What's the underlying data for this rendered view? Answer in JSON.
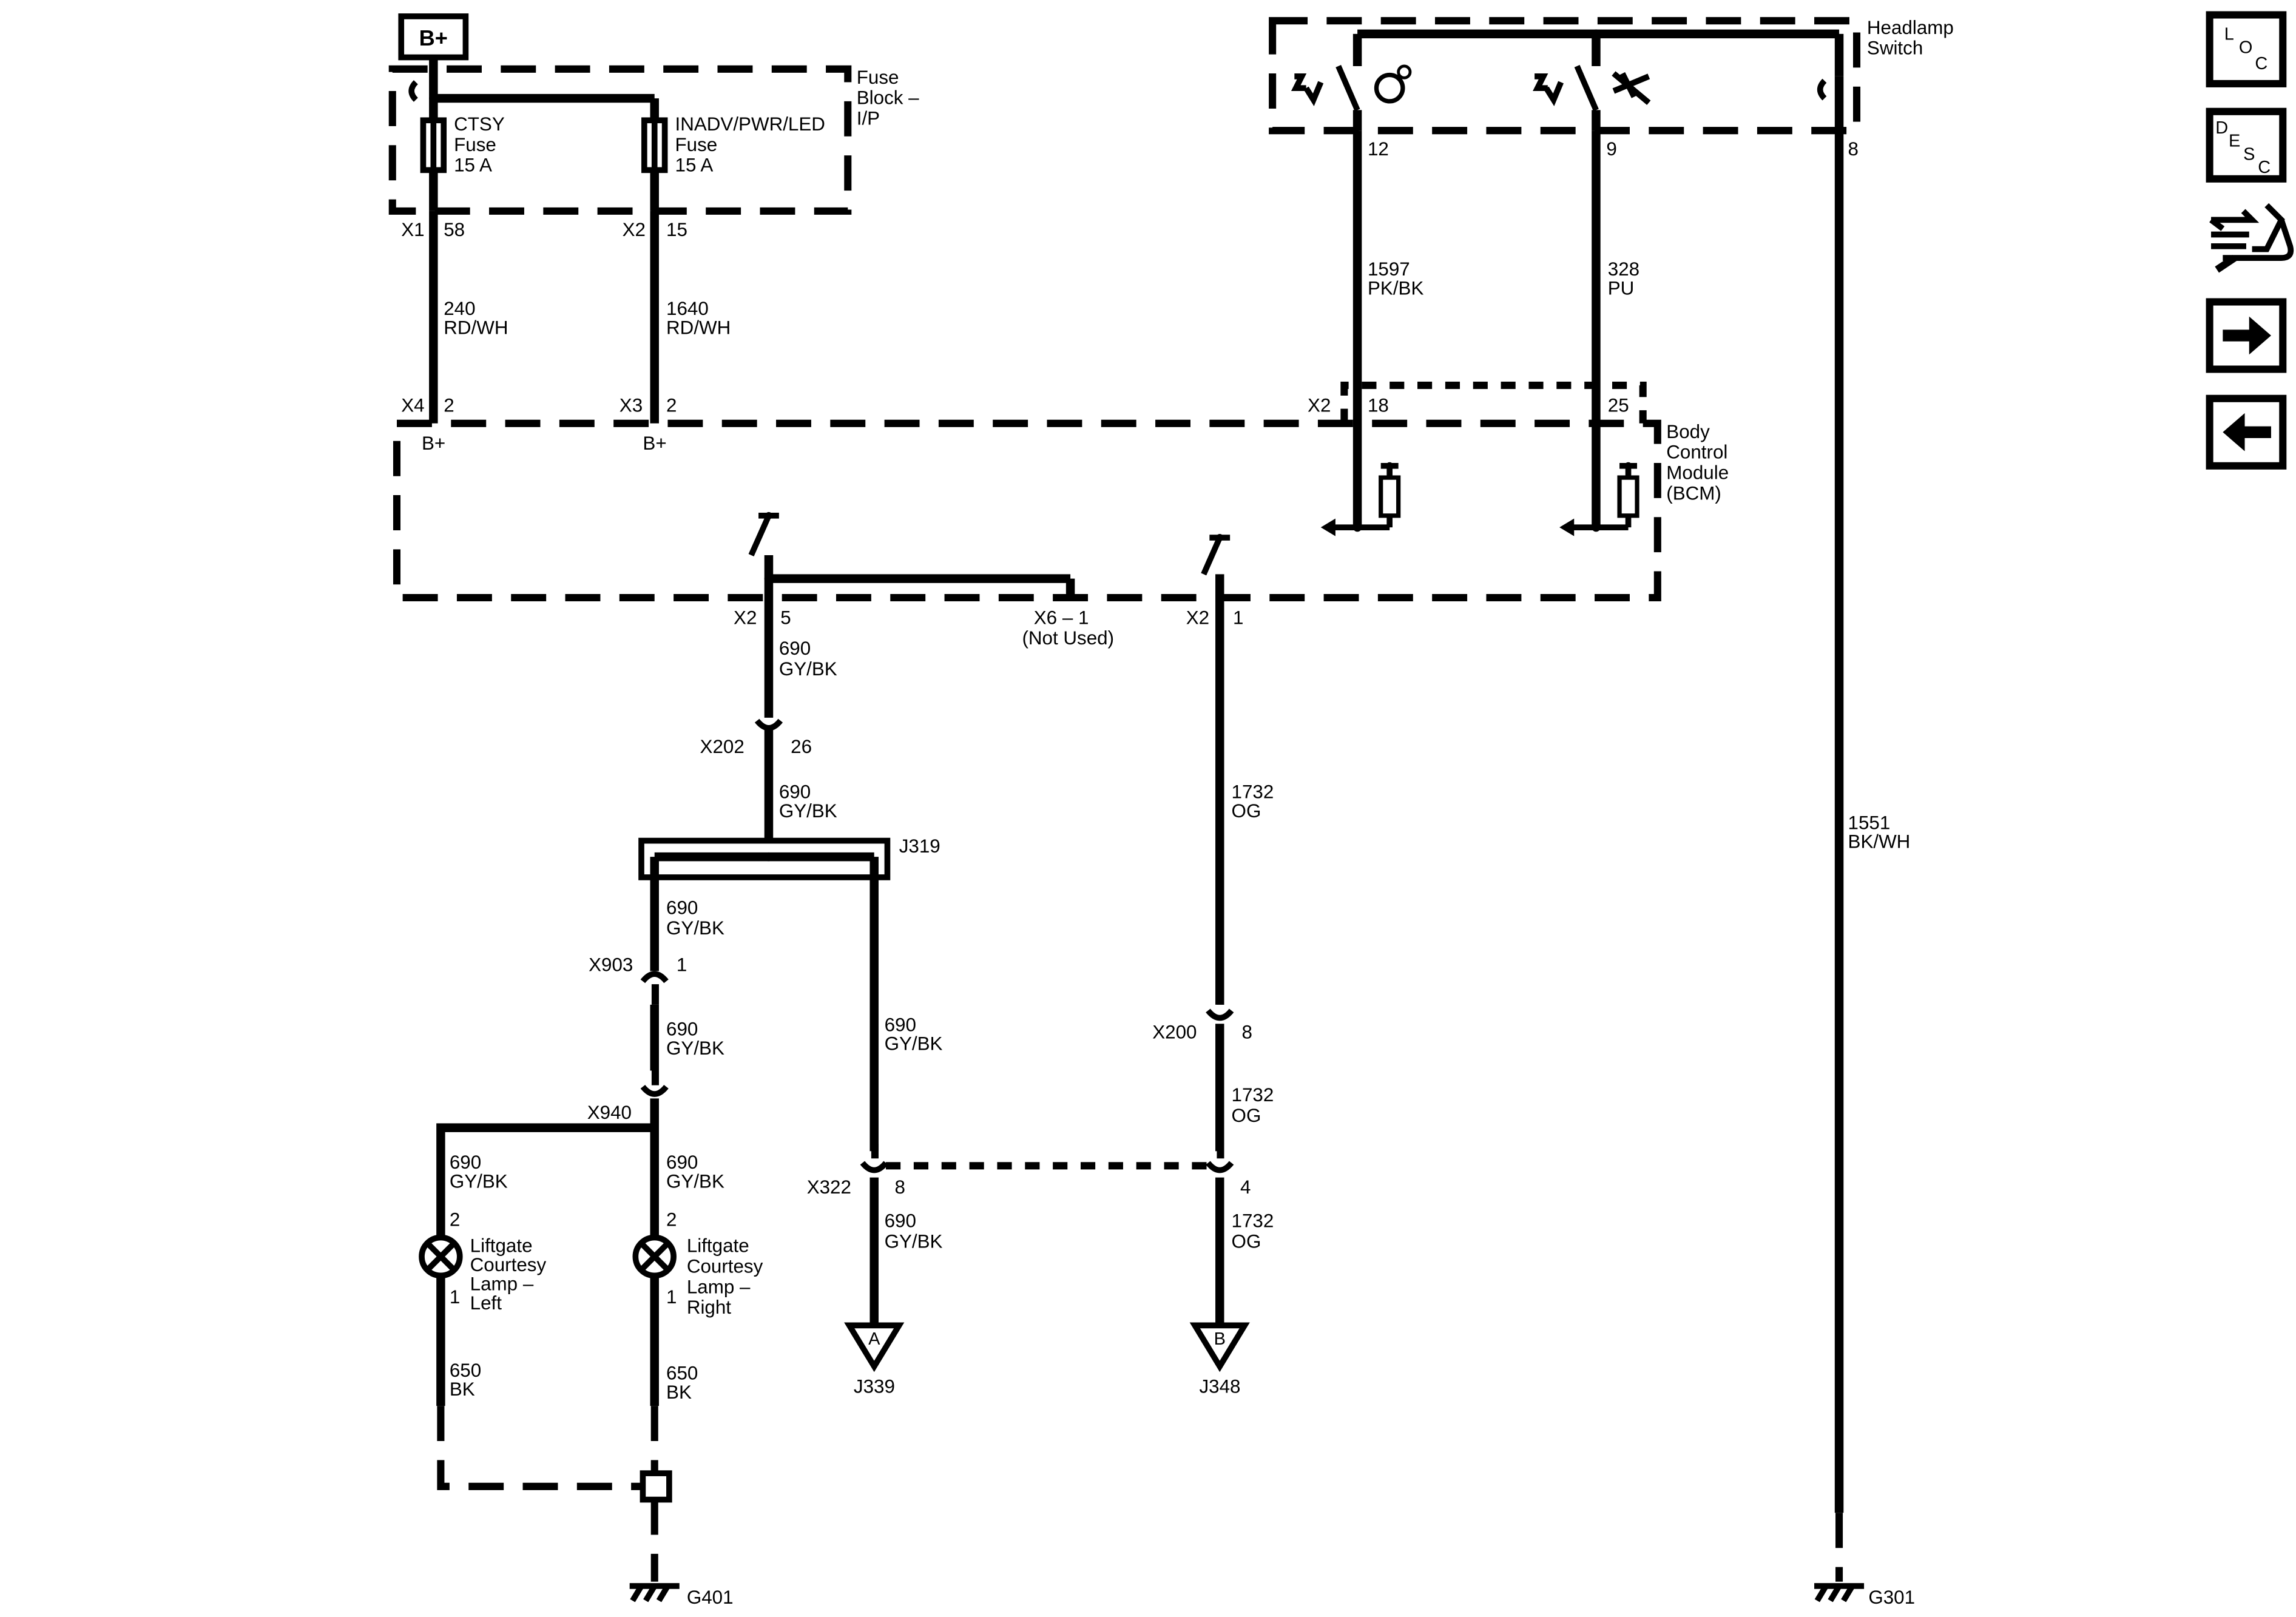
{
  "power": {
    "label": "B+"
  },
  "fuse_block": {
    "title": [
      "Fuse",
      "Block –",
      "I/P"
    ],
    "fuse_ctsy": {
      "name": "CTSY",
      "type": "Fuse",
      "rating": "15 A",
      "conn": "X1",
      "pin": "58"
    },
    "fuse_inadv": {
      "name": "INADV/PWR/LED",
      "type": "Fuse",
      "rating": "15 A",
      "conn": "X2",
      "pin": "15"
    }
  },
  "wires": {
    "w240": {
      "circuit": "240",
      "color": "RD/WH"
    },
    "w1640": {
      "circuit": "1640",
      "color": "RD/WH"
    },
    "w1597": {
      "circuit": "1597",
      "color": "PK/BK"
    },
    "w328": {
      "circuit": "328",
      "color": "PU"
    },
    "w690": {
      "circuit": "690",
      "color": "GY/BK"
    },
    "w1732": {
      "circuit": "1732",
      "color": "OG"
    },
    "w1551": {
      "circuit": "1551",
      "color": "BK/WH"
    },
    "w650": {
      "circuit": "650",
      "color": "BK"
    }
  },
  "headlamp_switch": {
    "title": [
      "Headlamp",
      "Switch"
    ],
    "pin_left": "12",
    "pin_mid": "9",
    "pin_right": "8"
  },
  "bcm": {
    "title": [
      "Body",
      "Control",
      "Module",
      "(BCM)"
    ],
    "x4": "X4",
    "x4_pin": "2",
    "x3": "X3",
    "x3_pin": "2",
    "bplus": "B+",
    "x2": "X2",
    "pin18": "18",
    "pin25": "25",
    "out_conn": "X2",
    "out_pin5": "5",
    "x6": "X6 – 1",
    "x6_note": "(Not Used)",
    "out2_conn": "X2",
    "out2_pin": "1"
  },
  "connectors": {
    "x202": {
      "name": "X202",
      "pin": "26"
    },
    "j319": {
      "name": "J319"
    },
    "x903": {
      "name": "X903",
      "pin": "1"
    },
    "x940": {
      "name": "X940"
    },
    "x200": {
      "name": "X200",
      "pin": "8"
    },
    "x322": {
      "name": "X322",
      "pin_left": "8",
      "pin_right": "4"
    }
  },
  "lamps": {
    "left": {
      "pin_top": "2",
      "pin_bottom": "1",
      "label": [
        "Liftgate",
        "Courtesy",
        "Lamp –",
        "Left"
      ]
    },
    "right": {
      "pin_top": "2",
      "pin_bottom": "1",
      "label": [
        "Liftgate",
        "Courtesy",
        "Lamp –",
        "Right"
      ]
    }
  },
  "offpage": {
    "a": {
      "letter": "A",
      "ref": "J339"
    },
    "b": {
      "letter": "B",
      "ref": "J348"
    }
  },
  "grounds": {
    "g401": "G401",
    "g301": "G301"
  },
  "nav": {
    "loc": [
      "L",
      "O",
      "C"
    ],
    "desc": [
      "D",
      "E",
      "S",
      "C"
    ],
    "icons": [
      "connector-end-view-icon",
      "arrow-right-icon",
      "arrow-left-icon"
    ]
  }
}
